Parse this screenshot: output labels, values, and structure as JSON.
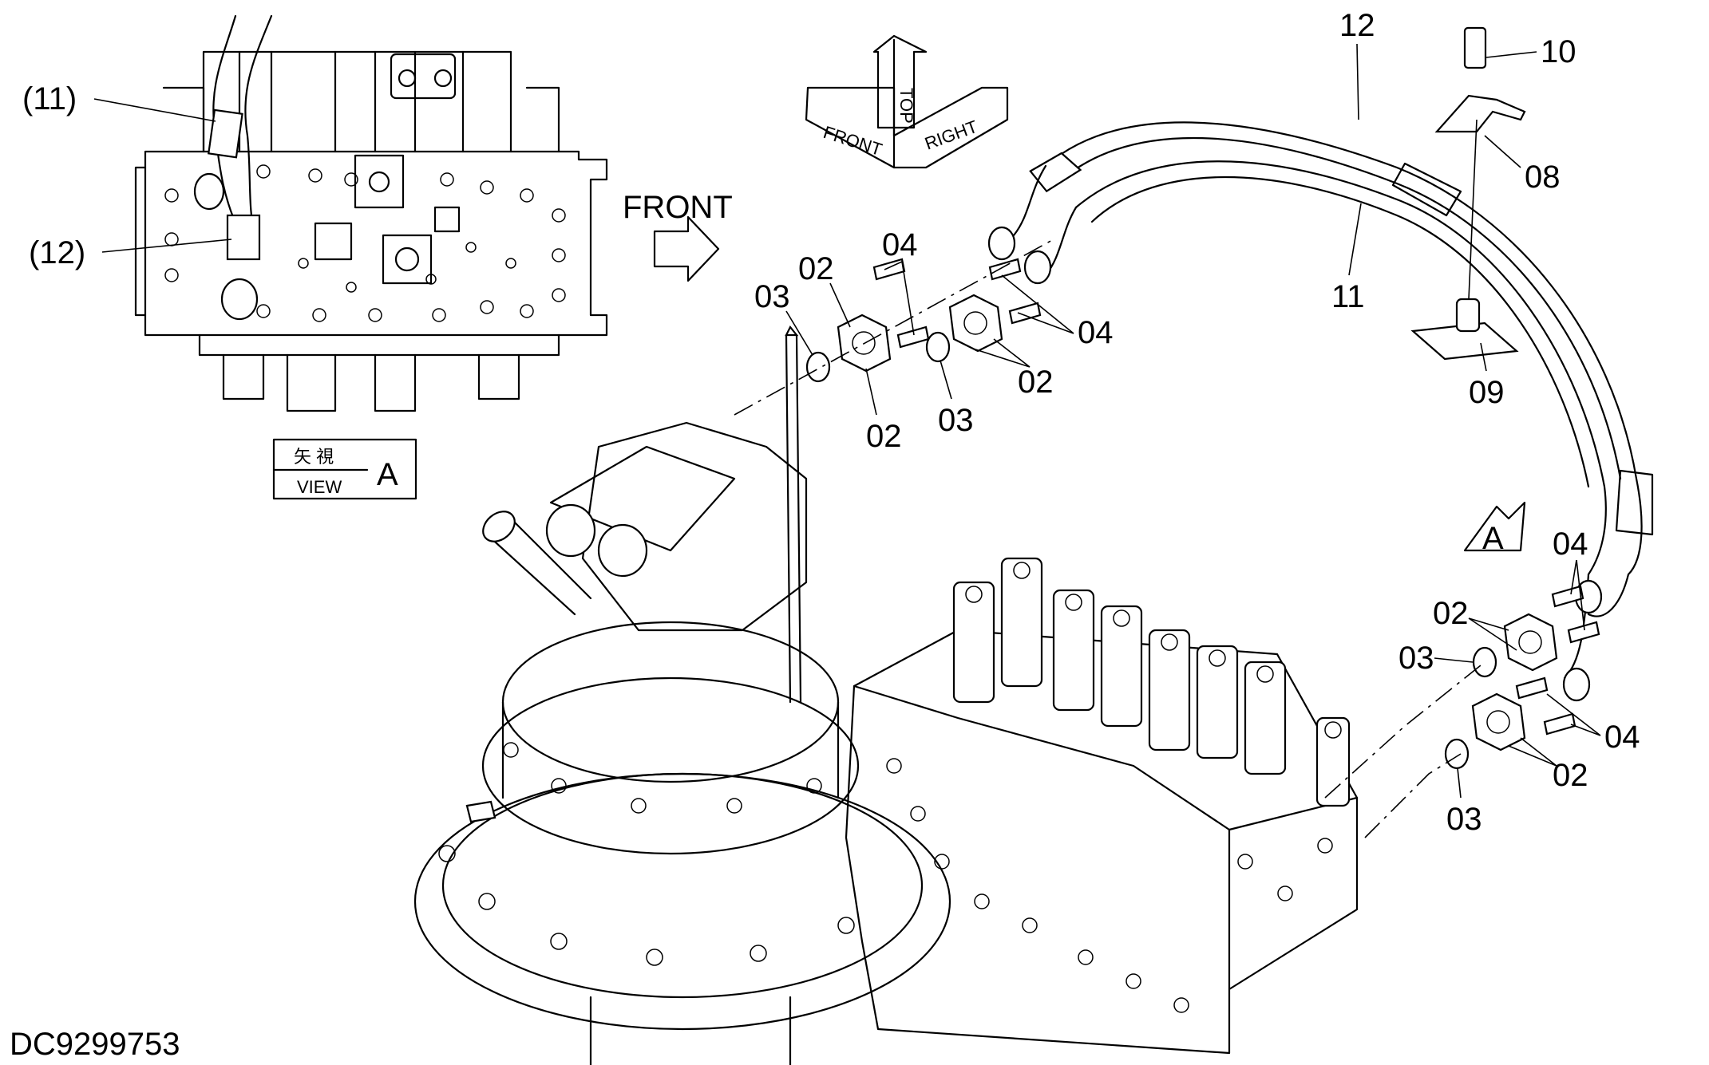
{
  "drawing_number": "DC9299753",
  "direction_label": "FRONT",
  "orientation_cube": {
    "top": "TOP",
    "front": "FRONT",
    "right": "RIGHT"
  },
  "view_box": {
    "kanji": "矢 視",
    "view": "VIEW",
    "letter": "A"
  },
  "view_arrow_letter": "A",
  "inset_callouts": {
    "hose_11": "(11)",
    "hose_12": "(12)"
  },
  "callouts": {
    "p12": "12",
    "p10": "10",
    "p08": "08",
    "p11": "11",
    "p09": "09",
    "u04a": "04",
    "u02a": "02",
    "u03a": "03",
    "u02b": "02",
    "u03b": "03",
    "u04b": "04",
    "u02c": "02",
    "r04a": "04",
    "r02a": "02",
    "r03a": "03",
    "r04b": "04",
    "r02b": "02",
    "r03b": "03"
  }
}
